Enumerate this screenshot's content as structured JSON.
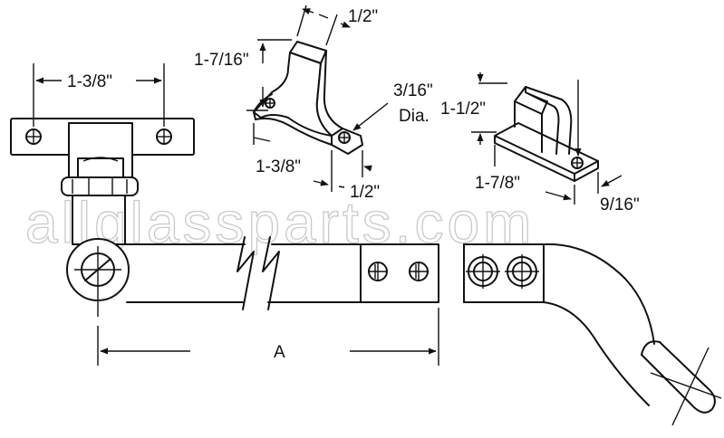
{
  "watermark": "allglassparts.com",
  "labels": {
    "hinge_width": "1-3/8\"",
    "bracket_top_width": "1/2\"",
    "bracket_height": "1-7/16\"",
    "hole_dia_value": "3/16\"",
    "hole_dia_unit": "Dia.",
    "bracket_base_width": "1-3/8\"",
    "bracket_base_depth": "1/2\"",
    "keeper_height": "1-1/2\"",
    "keeper_length": "1-7/8\"",
    "keeper_depth": "9/16\"",
    "arm_length": "A"
  }
}
